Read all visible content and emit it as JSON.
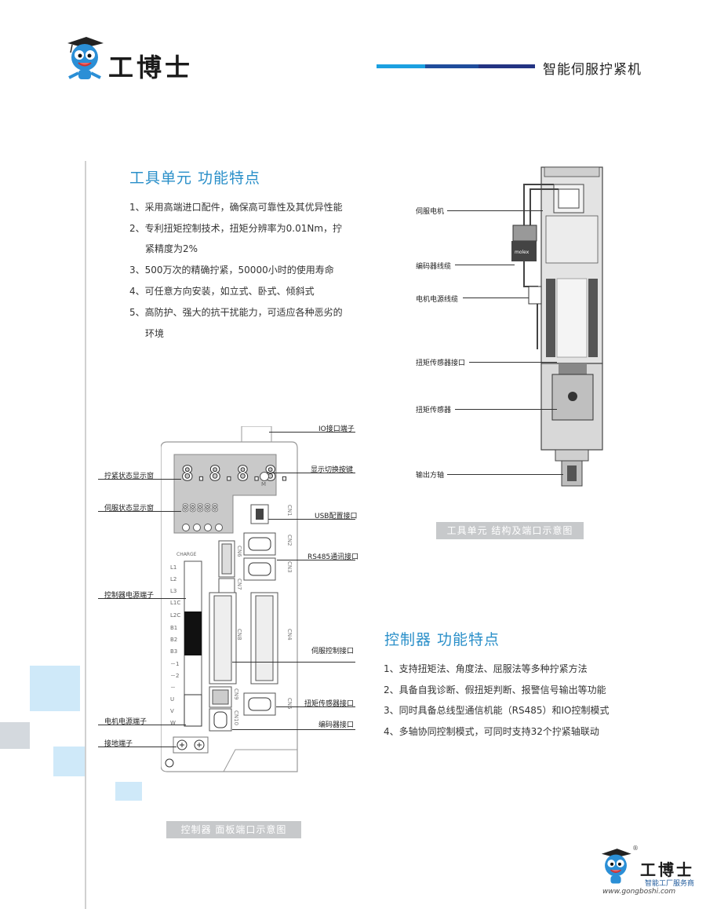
{
  "header": {
    "logo_text": "工博士",
    "title": "智能伺服拧紧机",
    "bar_colors": [
      "#1ba0e0",
      "#1f4d9c",
      "#233483"
    ]
  },
  "tool_unit": {
    "heading": "工具单元 功能特点",
    "features": [
      "1、采用高端进口配件，确保高可靠性及其优异性能",
      "2、专利扭矩控制技术，扭矩分辨率为0.01Nm，拧",
      "紧精度为2%",
      "3、500万次的精确拧紧，50000小时的使用寿命",
      "4、可任意方向安装，如立式、卧式、倾斜式",
      "5、高防护、强大的抗干扰能力，可适应各种恶劣的",
      "环境"
    ],
    "callouts": [
      "伺服电机",
      "编码器线缆",
      "电机电源线缆",
      "扭矩传感器接口",
      "扭矩传感器",
      "输出方轴"
    ],
    "connector_label": "molex",
    "caption": "工具单元 结构及端口示意图"
  },
  "controller": {
    "heading": "控制器 功能特点",
    "features": [
      "1、支持扭矩法、角度法、屈服法等多种拧紧方法",
      "2、具备自我诊断、假扭矩判断、报警信号输出等功能",
      "3、同时具备总线型通信机能（RS485）和IO控制模式",
      "4、多轴协同控制模式，可同时支持32个拧紧轴联动"
    ],
    "callouts_left": [
      "拧紧状态显示窗",
      "伺服状态显示窗",
      "控制器电源端子",
      "电机电源端子",
      "接地端子"
    ],
    "callouts_right": [
      "IO接口端子",
      "显示切换按键",
      "USB配置接口",
      "RS485通讯接口",
      "伺服控制接口",
      "扭矩传感器接口",
      "编码器接口"
    ],
    "display_big": "8.8.8.8.",
    "display_small": "88888",
    "display_m_label": "M",
    "charge_label": "CHARGE",
    "terminals": [
      "L1",
      "L2",
      "L3",
      "L1C",
      "L2C",
      "B1",
      "B2",
      "B3",
      "－1",
      "－2",
      "－",
      "U",
      "V",
      "W"
    ],
    "ports": [
      "CN1",
      "CN2",
      "CN3",
      "CN6",
      "CN7",
      "CN8",
      "CN4",
      "CN9",
      "CN5",
      "CN10"
    ],
    "caption": "控制器 面板端口示意图"
  },
  "footer": {
    "logo_text": "工博士",
    "registered": "®",
    "tagline": "智能工厂服务商",
    "website": "www.gongboshi.com"
  }
}
